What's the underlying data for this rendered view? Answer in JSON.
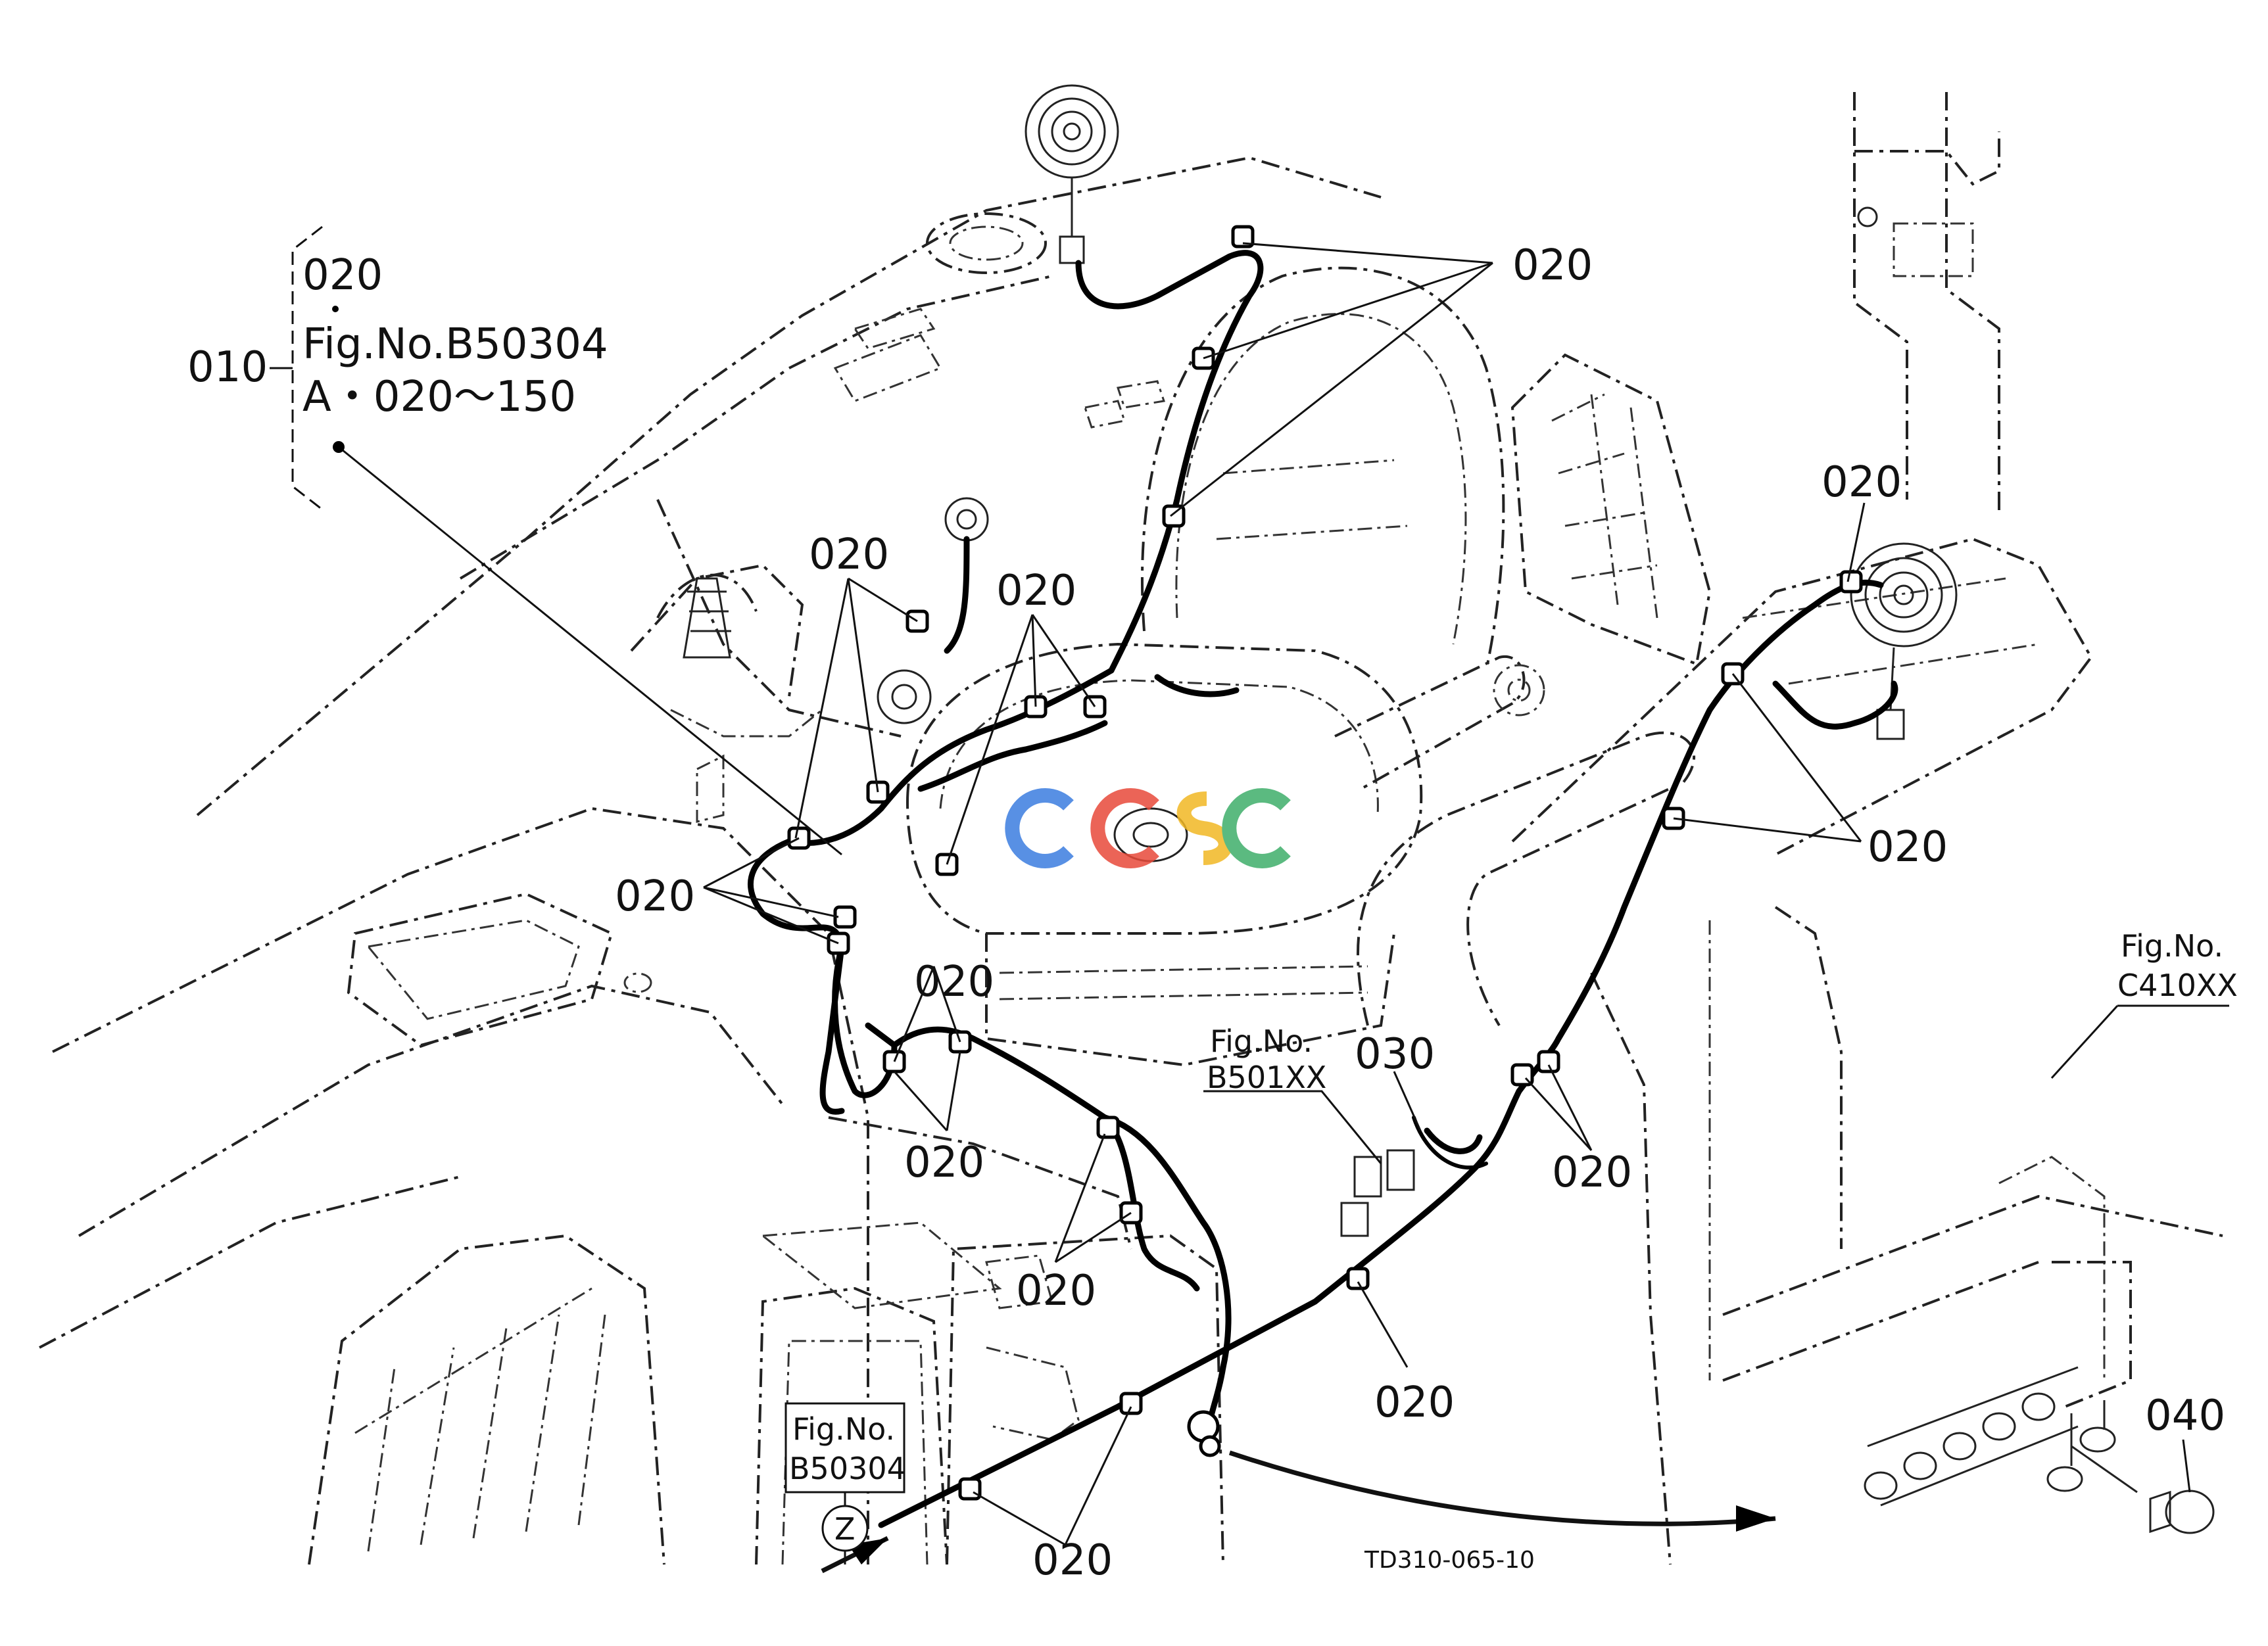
{
  "diagram": {
    "drawing_code": "TD310-065-10",
    "watermark": "CCSC",
    "group_010": {
      "ref": "010",
      "line1": "020",
      "line2": "Fig.No.B50304",
      "line3": "A・020～150"
    },
    "callouts": [
      {
        "id": "c-top",
        "text": "020"
      },
      {
        "id": "c-right-top",
        "text": "020"
      },
      {
        "id": "c-mid-left-1",
        "text": "020"
      },
      {
        "id": "c-mid-left-2",
        "text": "020"
      },
      {
        "id": "c-left",
        "text": "020"
      },
      {
        "id": "c-right-mid",
        "text": "020"
      },
      {
        "id": "c-center-1",
        "text": "020"
      },
      {
        "id": "c-center-2",
        "text": "020"
      },
      {
        "id": "c-lower-1",
        "text": "020"
      },
      {
        "id": "c-lower-2",
        "text": "020"
      },
      {
        "id": "c-lower-right",
        "text": "020"
      },
      {
        "id": "c-bottom",
        "text": "020"
      }
    ],
    "part_030": "030",
    "part_040": "040",
    "fig_b501": {
      "line1": "Fig.No.",
      "line2": "B501XX"
    },
    "fig_c410": {
      "line1": "Fig.No.",
      "line2": "C410XX"
    },
    "fig_b50304": {
      "line1": "Fig.No.",
      "line2": "B50304",
      "marker": "Z"
    }
  }
}
